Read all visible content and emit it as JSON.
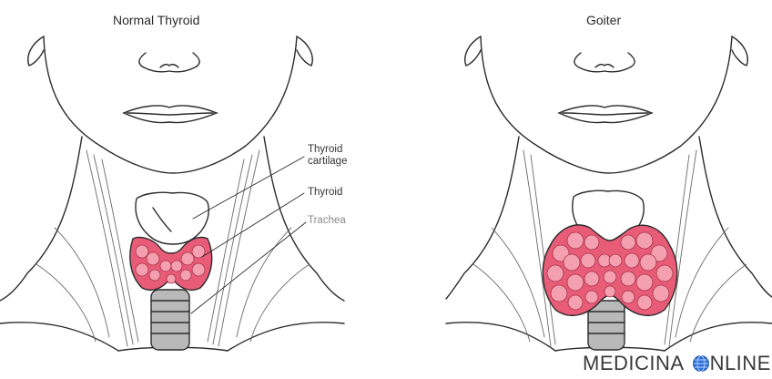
{
  "panels": {
    "normal": {
      "title": "Normal Thyroid"
    },
    "goiter": {
      "title": "Goiter"
    }
  },
  "labels": {
    "thyroid_cartilage_line1": "Thyroid",
    "thyroid_cartilage_line2": "cartilage",
    "thyroid": "Thyroid",
    "trachea": "Trachea"
  },
  "watermark": {
    "part1": "MEDICINA",
    "part2": "NLINE"
  },
  "colors": {
    "thyroid_fill": "#e85c78",
    "thyroid_light": "#f4a0b0",
    "outline": "#2b2b2b",
    "trachea_fill": "#b9b9b9",
    "muscle_line": "#6a6a6a"
  }
}
